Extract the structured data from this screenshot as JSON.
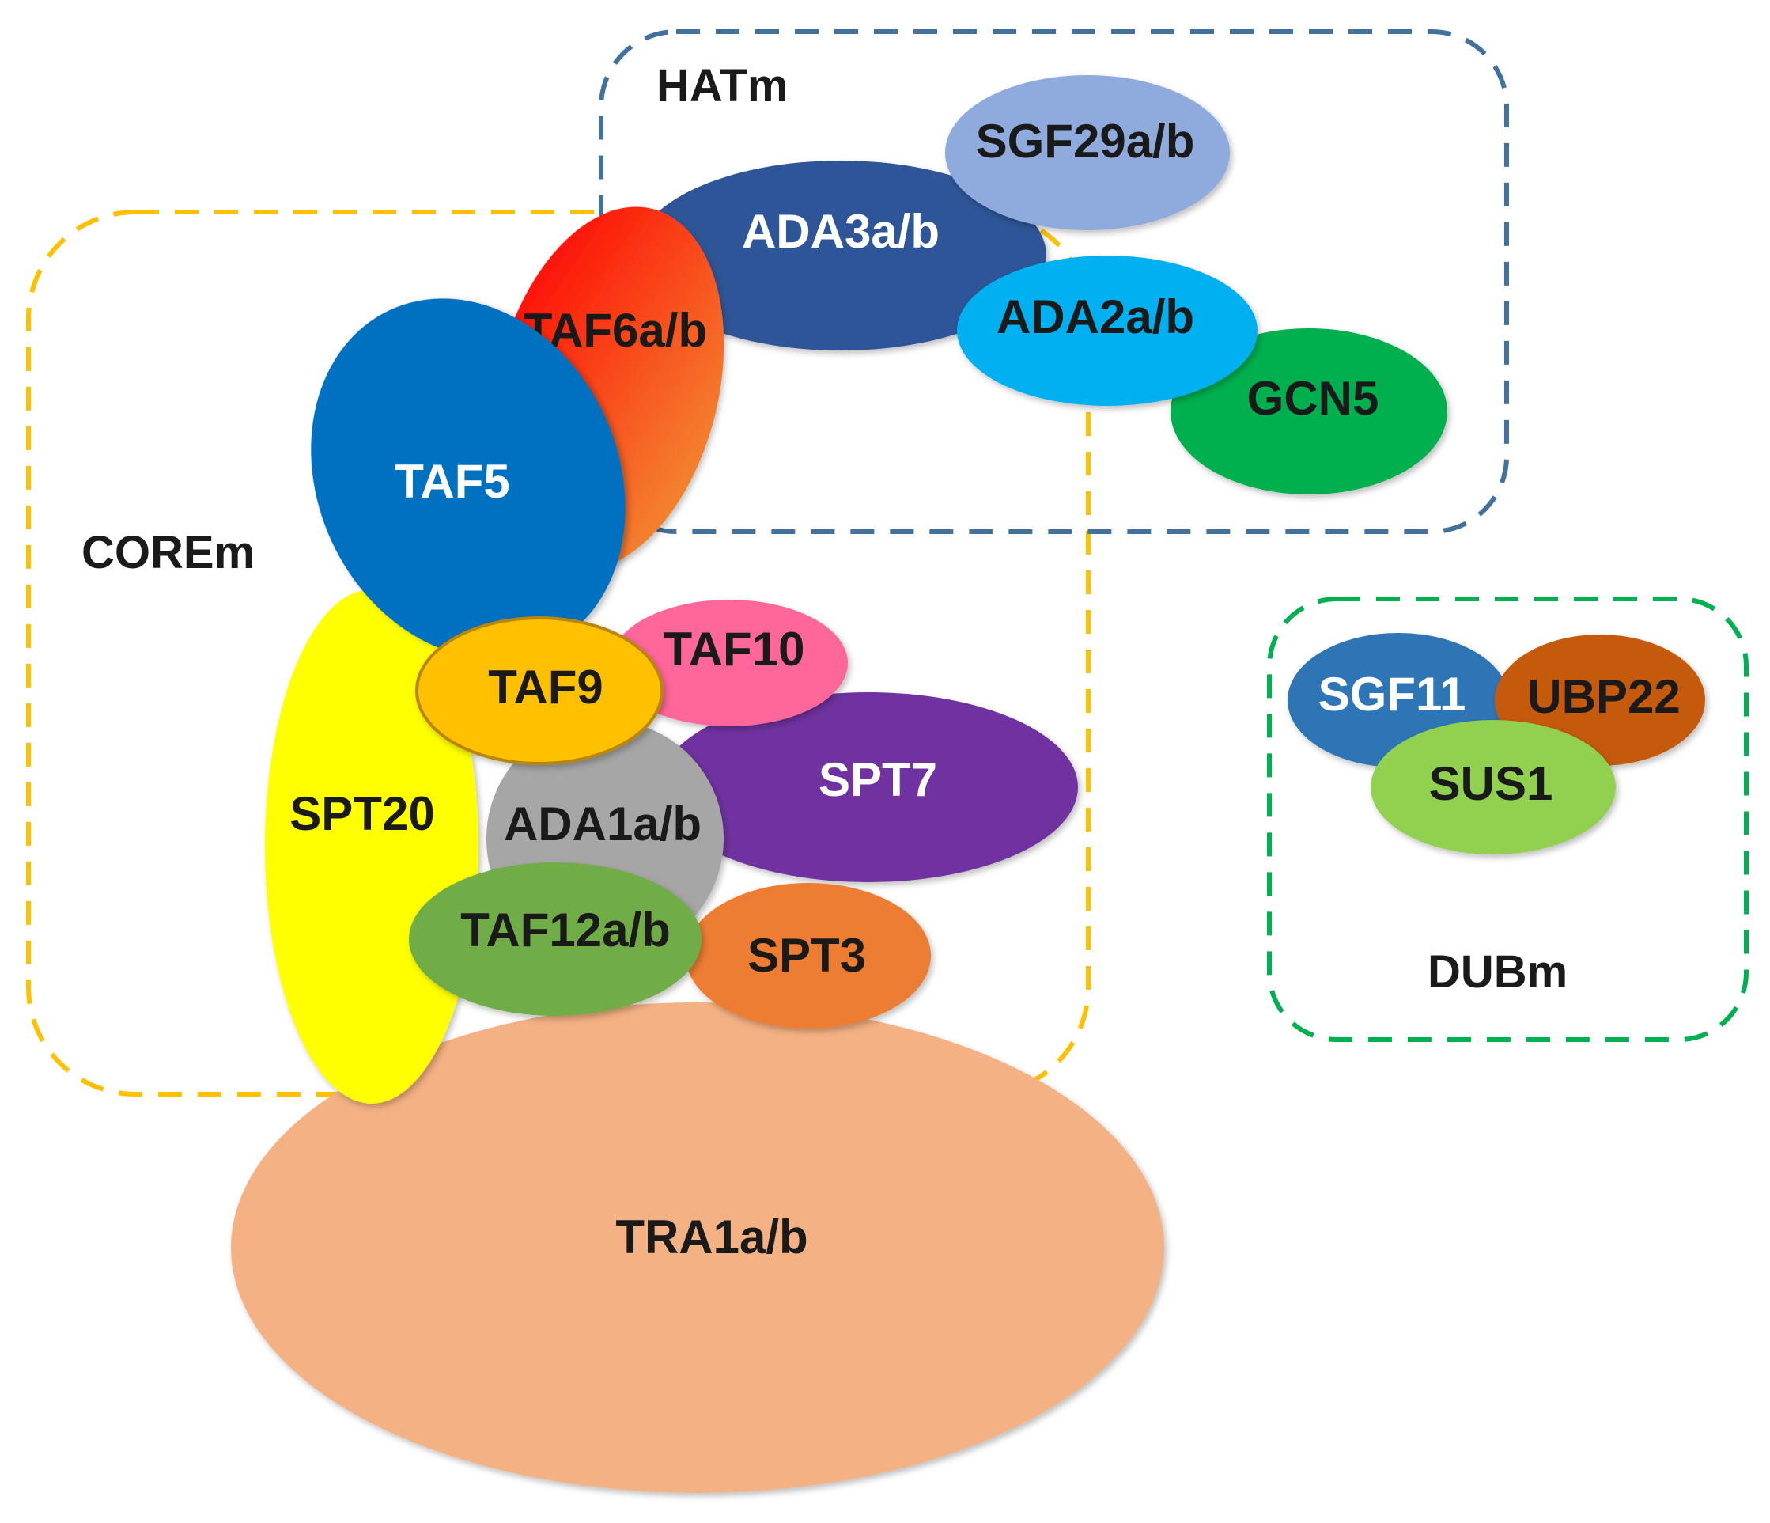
{
  "modules": {
    "hatm": {
      "label": "HATm",
      "color": "#41719c"
    },
    "corem": {
      "label": "COREm",
      "color": "#ffc000"
    },
    "dubm": {
      "label": "DUBm",
      "color": "#00b050"
    }
  },
  "subunits": {
    "sgf29": {
      "label": "SGF29a/b",
      "color": "#8faadc",
      "text_color": "#1a1a1a"
    },
    "ada3": {
      "label": "ADA3a/b",
      "color": "#2f5597",
      "text_color": "#ffffff"
    },
    "ada2": {
      "label": "ADA2a/b",
      "color": "#00b0f0",
      "text_color": "#1a1a1a"
    },
    "gcn5": {
      "label": "GCN5",
      "color": "#00b050",
      "text_color": "#1a1a1a"
    },
    "taf6": {
      "label": "TAF6a/b",
      "color_start": "#ff0000",
      "color_end": "#f4802f",
      "text_color": "#1a1a1a"
    },
    "taf5": {
      "label": "TAF5",
      "color": "#0070c0",
      "text_color": "#ffffff"
    },
    "taf10": {
      "label": "TAF10",
      "color": "#ff6699",
      "text_color": "#1a1a1a"
    },
    "taf9": {
      "label": "TAF9",
      "color": "#ffc000",
      "text_color": "#1a1a1a"
    },
    "spt7": {
      "label": "SPT7",
      "color": "#7030a0",
      "text_color": "#ffffff"
    },
    "spt20": {
      "label": "SPT20",
      "color": "#ffff00",
      "text_color": "#1a1a1a"
    },
    "ada1": {
      "label": "ADA1a/b",
      "color": "#a6a6a6",
      "text_color": "#1a1a1a"
    },
    "taf12": {
      "label": "TAF12a/b",
      "color": "#70ad47",
      "text_color": "#1a1a1a"
    },
    "spt3": {
      "label": "SPT3",
      "color": "#ed7d31",
      "text_color": "#1a1a1a"
    },
    "tra1": {
      "label": "TRA1a/b",
      "color": "#f4b183",
      "text_color": "#1a1a1a"
    },
    "sgf11": {
      "label": "SGF11",
      "color": "#2e75b6",
      "text_color": "#ffffff"
    },
    "ubp22": {
      "label": "UBP22",
      "color": "#c55a11",
      "text_color": "#1a1a1a"
    },
    "sus1": {
      "label": "SUS1",
      "color": "#92d050",
      "text_color": "#1a1a1a"
    }
  }
}
